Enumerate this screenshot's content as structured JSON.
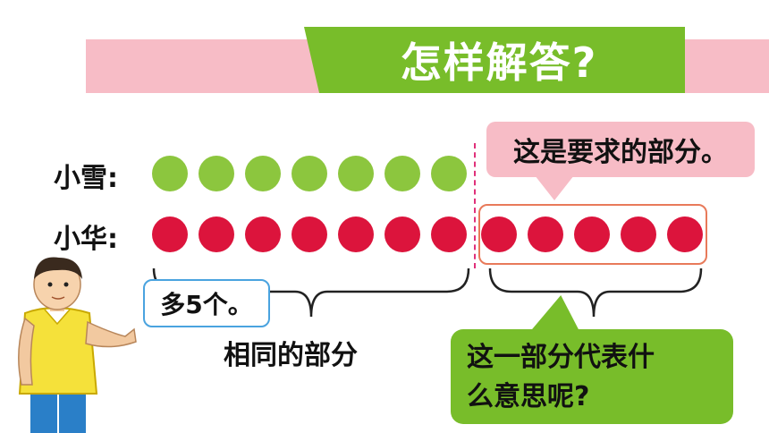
{
  "banner": {
    "title": "怎样解答?"
  },
  "rows": [
    {
      "label": "小雪:",
      "color": "#8cc63e",
      "count": 7
    },
    {
      "label": "小华:",
      "color": "#dc143c",
      "count": 12
    }
  ],
  "bubbles": {
    "top": "这是要求的部分。",
    "left": "多5个。",
    "bottom_line1": "这一部分代表什",
    "bottom_line2": "么意思呢?"
  },
  "caption": "相同的部分",
  "colors": {
    "green": "#78bd2a",
    "pink": "#f7bcc6",
    "red": "#dc143c"
  }
}
